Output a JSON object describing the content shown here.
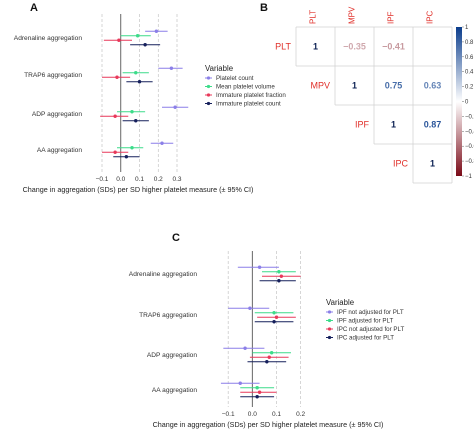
{
  "chart_data": [
    {
      "panel": "A",
      "type": "scatter",
      "subtype": "forest-plot",
      "xlabel": "Change in aggregation (SDs) per SD higher platelet measure (± 95% CI)",
      "xlim": [
        -0.18,
        0.38
      ],
      "x_ticks": [
        -0.1,
        0.0,
        0.1,
        0.2,
        0.3
      ],
      "x_tick_labels": [
        "−0.1",
        "0.0",
        "0.1",
        "0.2",
        "0.3"
      ],
      "categories": [
        "Adrenaline aggregation",
        "TRAP6 aggregation",
        "ADP aggregation",
        "AA aggregation"
      ],
      "legend_title": "Variable",
      "legend_position": "right",
      "series": [
        {
          "name": "Platelet count",
          "color": "#8b7fe8",
          "values": [
            0.19,
            0.27,
            0.29,
            0.22
          ],
          "lower": [
            0.13,
            0.2,
            0.22,
            0.16
          ],
          "upper": [
            0.25,
            0.33,
            0.36,
            0.28
          ]
        },
        {
          "name": "Mean platelet volume",
          "color": "#3ddc8a",
          "values": [
            0.09,
            0.08,
            0.06,
            0.06
          ],
          "lower": [
            0.0,
            0.01,
            -0.02,
            -0.02
          ],
          "upper": [
            0.16,
            0.15,
            0.13,
            0.12
          ]
        },
        {
          "name": "Immature platelet fraction",
          "color": "#e8385a",
          "values": [
            -0.01,
            -0.02,
            -0.03,
            -0.03
          ],
          "lower": [
            -0.09,
            -0.1,
            -0.11,
            -0.1
          ],
          "upper": [
            0.06,
            0.05,
            0.04,
            0.04
          ]
        },
        {
          "name": "Immature platelet count",
          "color": "#16205c",
          "values": [
            0.13,
            0.1,
            0.08,
            0.03
          ],
          "lower": [
            0.05,
            0.03,
            0.01,
            -0.04
          ],
          "upper": [
            0.21,
            0.17,
            0.15,
            0.1
          ]
        }
      ]
    },
    {
      "panel": "B",
      "type": "heatmap",
      "subtype": "correlation-matrix-upper",
      "variables": [
        "PLT",
        "MPV",
        "IPF",
        "IPC"
      ],
      "cells": [
        {
          "row": 0,
          "col": 0,
          "label": "1",
          "value": 1
        },
        {
          "row": 0,
          "col": 1,
          "label": "−0.35",
          "value": -0.35
        },
        {
          "row": 0,
          "col": 2,
          "label": "−0.41",
          "value": -0.41
        },
        {
          "row": 0,
          "col": 3,
          "label": "",
          "value": 0.0
        },
        {
          "row": 1,
          "col": 1,
          "label": "1",
          "value": 1
        },
        {
          "row": 1,
          "col": 2,
          "label": "0.75",
          "value": 0.75
        },
        {
          "row": 1,
          "col": 3,
          "label": "0.63",
          "value": 0.63
        },
        {
          "row": 2,
          "col": 2,
          "label": "1",
          "value": 1
        },
        {
          "row": 2,
          "col": 3,
          "label": "0.87",
          "value": 0.87
        },
        {
          "row": 3,
          "col": 3,
          "label": "1",
          "value": 1
        }
      ],
      "colorbar": {
        "range": [
          -1,
          1
        ],
        "ticks": [
          1,
          0.8,
          0.6,
          0.4,
          0.2,
          0,
          -0.2,
          -0.4,
          -0.6,
          -0.8,
          -1
        ],
        "tick_labels": [
          "1",
          "0.8",
          "0.6",
          "0.4",
          "0.2",
          "0",
          "−0.2",
          "−0.4",
          "−0.6",
          "−0.8",
          "−1"
        ],
        "positive_color": "#0b3d8c",
        "negative_color": "#7a0a17"
      }
    },
    {
      "panel": "C",
      "type": "scatter",
      "subtype": "forest-plot",
      "xlabel": "Change in aggregation (SDs) per SD higher platelet measure (± 95% CI)",
      "xlim": [
        -0.2,
        0.28
      ],
      "x_ticks": [
        -0.1,
        0.0,
        0.1,
        0.2
      ],
      "x_tick_labels": [
        "−0.1",
        "0.0",
        "0.1",
        "0.2"
      ],
      "categories": [
        "Adrenaline aggregation",
        "TRAP6 aggregation",
        "ADP aggregation",
        "AA aggregation"
      ],
      "legend_title": "Variable",
      "legend_position": "right",
      "series": [
        {
          "name": "IPF not adjusted for PLT",
          "color": "#8b7fe8",
          "values": [
            0.03,
            -0.01,
            -0.03,
            -0.05
          ],
          "lower": [
            -0.06,
            -0.1,
            -0.12,
            -0.13
          ],
          "upper": [
            0.11,
            0.07,
            0.05,
            0.03
          ]
        },
        {
          "name": "IPF adjusted for PLT",
          "color": "#3ddc8a",
          "values": [
            0.11,
            0.09,
            0.08,
            0.02
          ],
          "lower": [
            0.04,
            0.01,
            0.0,
            -0.05
          ],
          "upper": [
            0.18,
            0.17,
            0.16,
            0.09
          ]
        },
        {
          "name": "IPC not adjusted for PLT",
          "color": "#e8385a",
          "values": [
            0.12,
            0.1,
            0.07,
            0.03
          ],
          "lower": [
            0.04,
            0.02,
            -0.01,
            -0.05
          ],
          "upper": [
            0.2,
            0.18,
            0.15,
            0.1
          ]
        },
        {
          "name": "IPC adjusted for PLT",
          "color": "#16205c",
          "values": [
            0.11,
            0.09,
            0.06,
            0.02
          ],
          "lower": [
            0.03,
            0.01,
            -0.02,
            -0.05
          ],
          "upper": [
            0.18,
            0.17,
            0.14,
            0.09
          ]
        }
      ]
    }
  ]
}
